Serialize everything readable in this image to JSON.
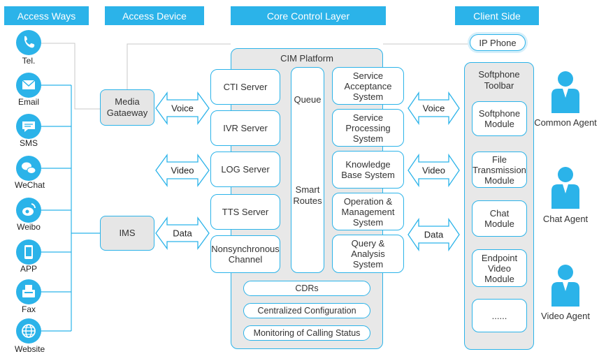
{
  "headers": {
    "access_ways": "Access Ways",
    "access_device": "Access Device",
    "core_control_layer": "Core Control Layer",
    "client_side": "Client Side"
  },
  "channels": [
    {
      "label": "Tel.",
      "icon": "phone-icon"
    },
    {
      "label": "Email",
      "icon": "email-icon"
    },
    {
      "label": "SMS",
      "icon": "sms-icon"
    },
    {
      "label": "WeChat",
      "icon": "wechat-icon"
    },
    {
      "label": "Weibo",
      "icon": "weibo-icon"
    },
    {
      "label": "APP",
      "icon": "app-icon"
    },
    {
      "label": "Fax",
      "icon": "fax-icon"
    },
    {
      "label": "Website",
      "icon": "website-icon"
    }
  ],
  "devices": {
    "media_gateway": "Media Gataeway",
    "ims": "IMS"
  },
  "arrows": {
    "voice": "Voice",
    "video": "Video",
    "data": "Data"
  },
  "cim": {
    "title": "CIM Platform",
    "servers": [
      "CTI Server",
      "IVR Server",
      "LOG Server",
      "TTS Server",
      "Nonsynchronous Channel"
    ],
    "queue": "Queue",
    "smart_routes": "Smart Routes",
    "systems": [
      "Service Acceptance System",
      "Service Processing System",
      "Knowledge Base System",
      "Operation & Management System",
      "Query & Analysis System"
    ],
    "bottom": [
      "CDRs",
      "Centralized Configuration",
      "Monitoring of Calling Status"
    ]
  },
  "client": {
    "ip_phone": "IP Phone",
    "toolbar_title": "Softphone Toolbar",
    "modules": [
      "Softphone Module",
      "File Transmission Module",
      "Chat Module",
      "Endpoint Video Module",
      "......"
    ]
  },
  "agents": [
    "Common Agent",
    "Chat Agent",
    "Video Agent"
  ],
  "colors": {
    "accent": "#2bb3e9",
    "panel": "#e8e8e8",
    "arrow_fill": "#ffffff",
    "agent": "#2bb3e9"
  }
}
